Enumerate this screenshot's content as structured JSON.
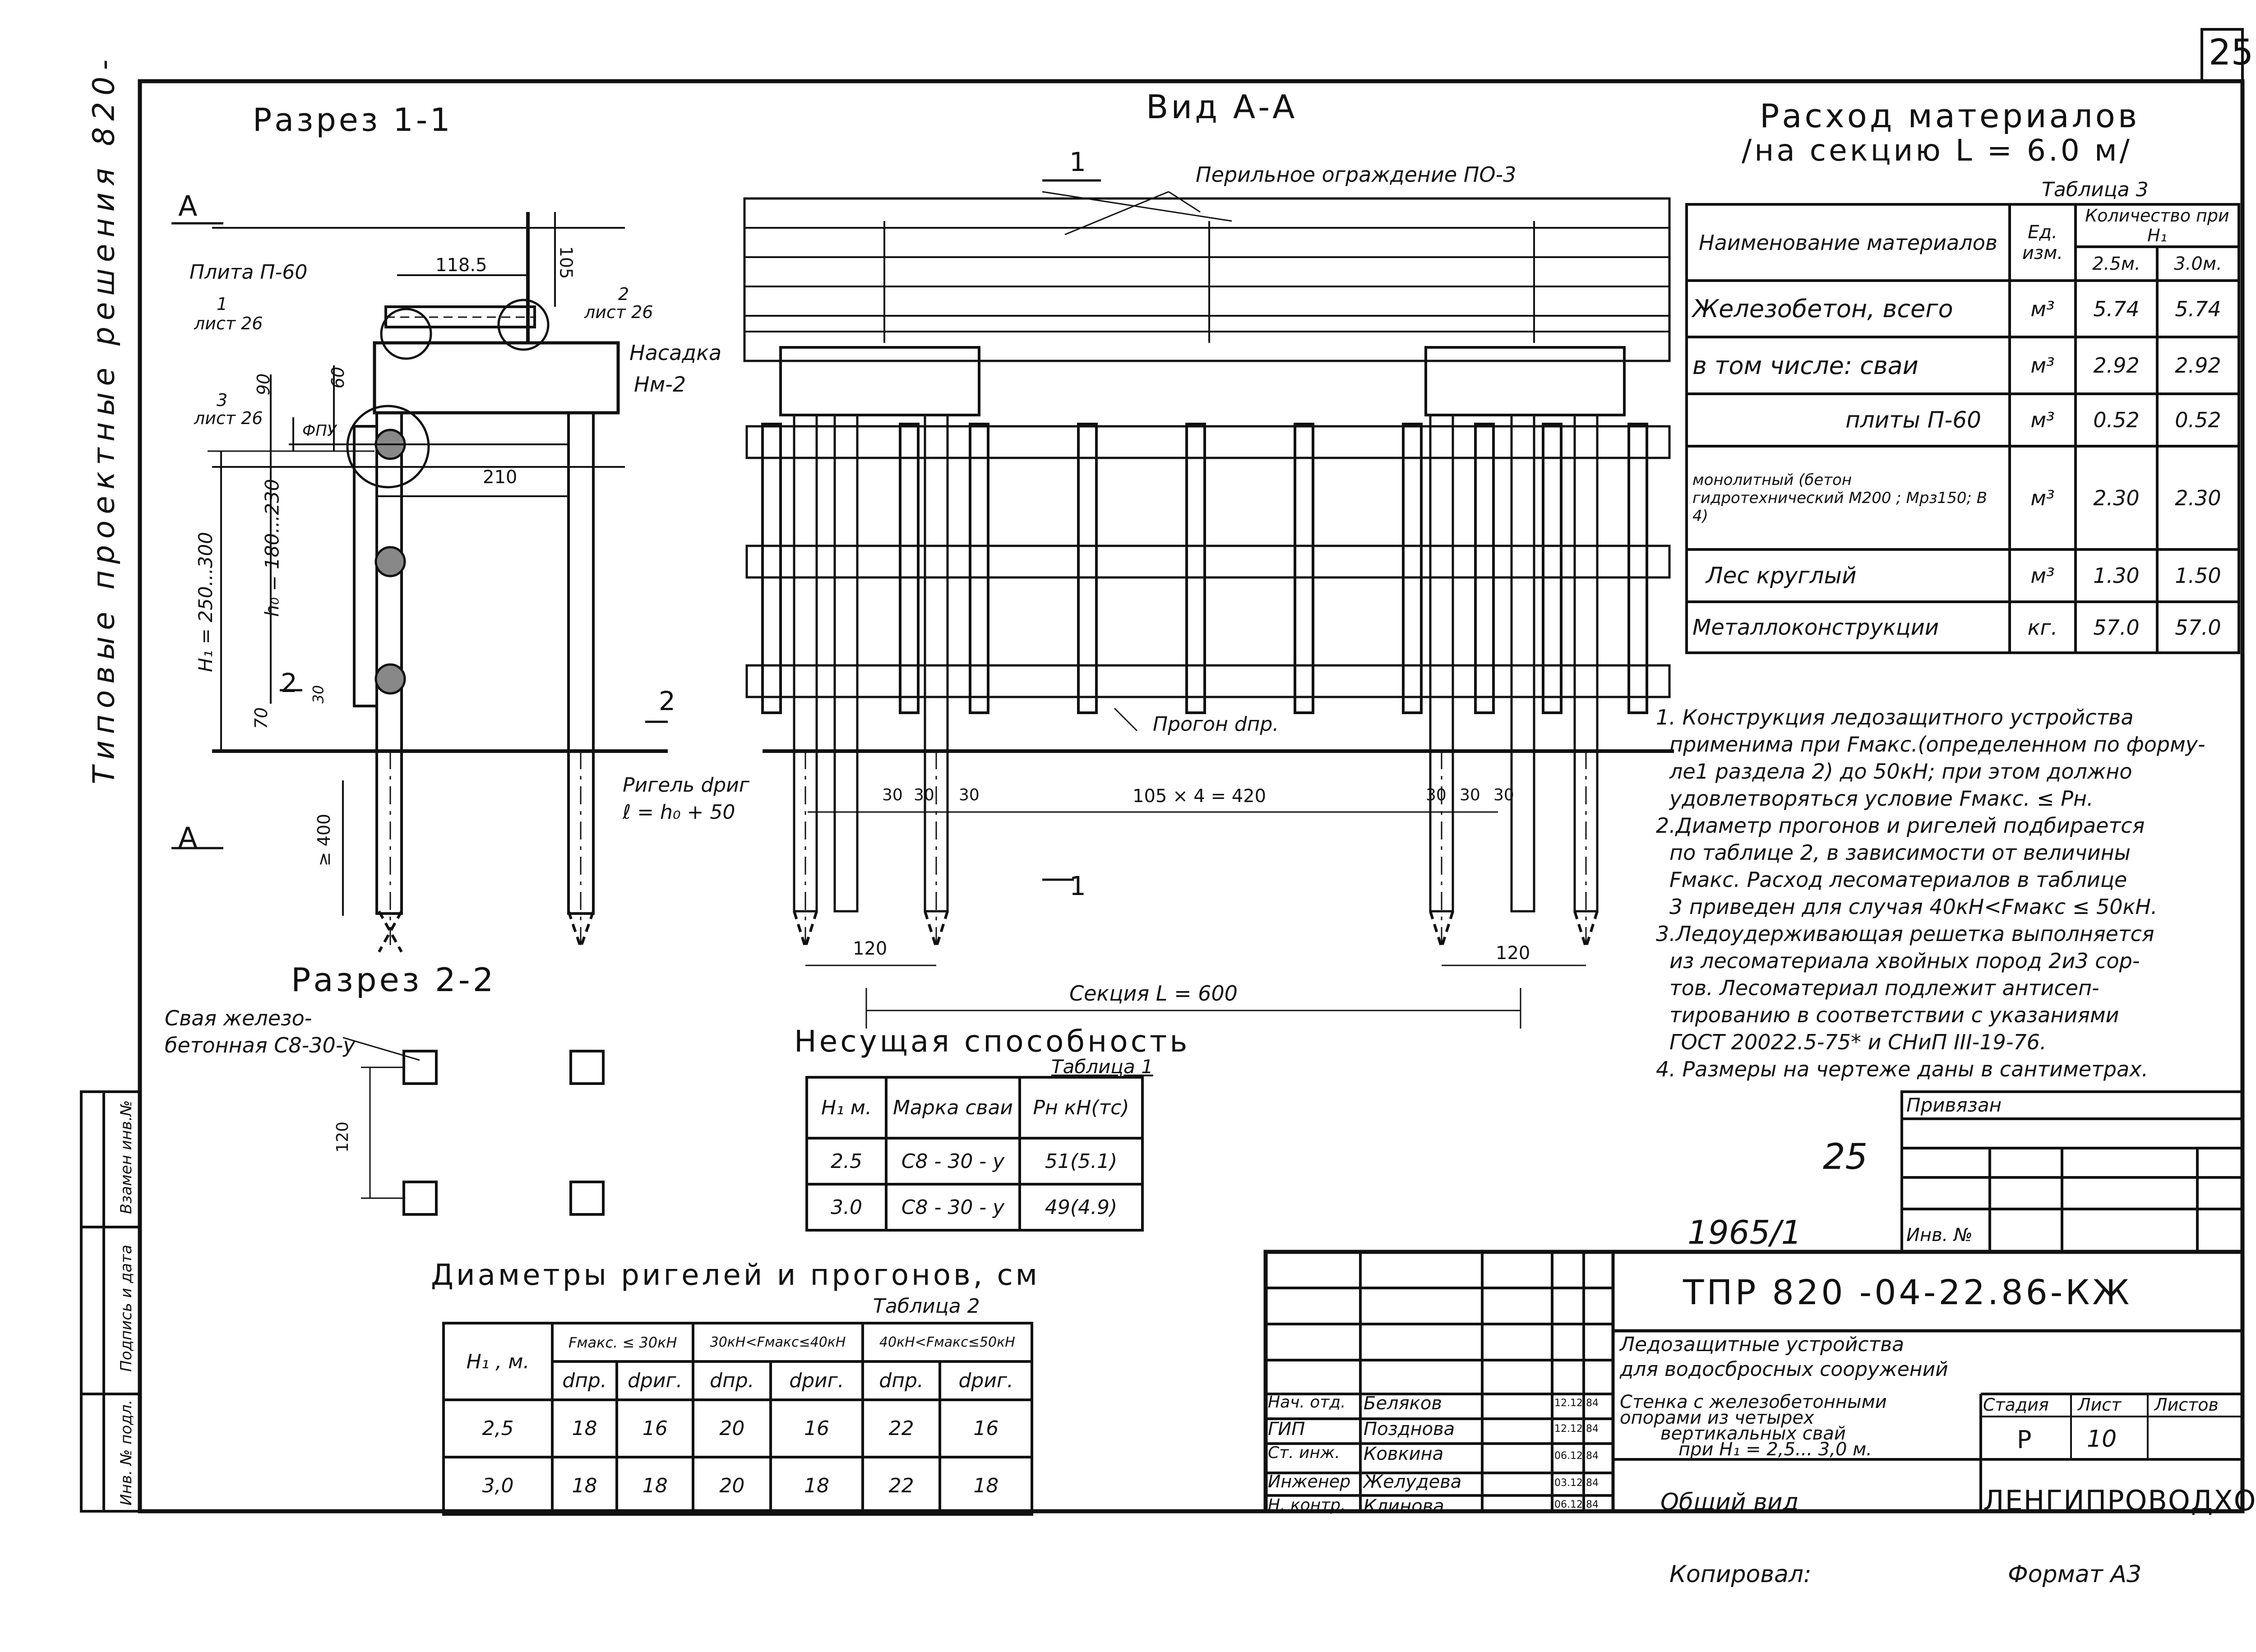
{
  "sheet": {
    "page_number": "25",
    "side_label": "Типовые проектные решения 820-",
    "stamp_number": "25",
    "inventory_code": "1965/1",
    "copied_label": "Копировал:",
    "format_label": "Формат А3"
  },
  "section_1_1": {
    "title": "Разрез 1-1",
    "label_a_top": "А",
    "label_a_bottom": "А",
    "label_plate": "Плита П-60",
    "label_sheet1": "1",
    "label_sheet1b": "лист 26",
    "label_sheet2": "2",
    "label_sheet2b": "лист 26",
    "label_sheet3": "3",
    "label_sheet3b": "лист 26",
    "dim_118": "118.5",
    "dim_105": "105",
    "dim_90": "90",
    "dim_60": "60",
    "label_fpu": "ФПУ",
    "label_nasadka": "Насадка",
    "label_nm2": "Нм-2",
    "dim_210": "210",
    "dim_h0": "h₀ = 180...230",
    "dim_h1": "H₁ = 250...300",
    "dim_70": "70",
    "dim_30": "30",
    "label_2_left": "2",
    "label_2_right": "2",
    "label_rigel": "Ригель dриг",
    "label_rigel_len": "ℓ = h₀ + 50",
    "dim_400": "≥ 400"
  },
  "view_a_a": {
    "title": "Вид А-А",
    "label_railing": "Перильное ограждение ПО-3",
    "label_1_top": "1",
    "label_1_bottom": "1",
    "label_progon": "Прогон dпр.",
    "dim_30_1": "30",
    "dim_30_2": "30",
    "dim_30_3": "30",
    "dim_span": "105 × 4 = 420",
    "dim_30_4": "30",
    "dim_30_5": "30",
    "dim_30_6": "30",
    "dim_120_left": "120",
    "dim_120_right": "120",
    "dim_section": "Секция   L = 600"
  },
  "section_2_2": {
    "title": "Разрез 2-2",
    "label_pile_1": "Свая железо-",
    "label_pile_2": "бетонная С8-30-у",
    "dim_120": "120"
  },
  "table1": {
    "title": "Несущая способность",
    "subtitle": "Таблица 1",
    "headers": [
      "H₁ м.",
      "Марка сваи",
      "Pн кН(тс)"
    ],
    "rows": [
      [
        "2.5",
        "С8 - 30 - у",
        "51(5.1)"
      ],
      [
        "3.0",
        "С8 - 30 - у",
        "49(4.9)"
      ]
    ]
  },
  "table2": {
    "title": "Диаметры ригелей и прогонов, см",
    "subtitle": "Таблица 2",
    "col_h": "H₁ , м.",
    "groups": [
      "Fмакс. ≤ 30кН",
      "30кН<Fмакс≤40кН",
      "40кН<Fмакс≤50кН"
    ],
    "subheaders": [
      "dпр.",
      "dриг.",
      "dпр.",
      "dриг.",
      "dпр.",
      "dриг."
    ],
    "rows": [
      [
        "2,5",
        "18",
        "16",
        "20",
        "16",
        "22",
        "16"
      ],
      [
        "3,0",
        "18",
        "18",
        "20",
        "18",
        "22",
        "18"
      ]
    ]
  },
  "table3": {
    "title_1": "Расход материалов",
    "title_2": "/на секцию L = 6.0 м/",
    "subtitle": "Таблица 3",
    "h_name": "Наименование материалов",
    "h_unit": "Ед. изм.",
    "h_qty": "Количество при H₁",
    "h_q1": "2.5м.",
    "h_q2": "3.0м.",
    "rows": [
      [
        "Железобетон, всего",
        "м³",
        "5.74",
        "5.74"
      ],
      [
        "в том числе: сваи",
        "м³",
        "2.92",
        "2.92"
      ],
      [
        "плиты П-60",
        "м³",
        "0.52",
        "0.52"
      ],
      [
        "монолитный (бетон гидротехнический М200 ; Мрз150; В 4)",
        "м³",
        "2.30",
        "2.30"
      ],
      [
        "Лес круглый",
        "м³",
        "1.30",
        "1.50"
      ],
      [
        "Металлоконструкции",
        "кг.",
        "57.0",
        "57.0"
      ]
    ]
  },
  "notes": [
    "1. Конструкция ледозащитного устройства",
    "применима при Fмакс.(определенном по форму-",
    "ле1 раздела 2) до 50кН; при этом должно",
    "удовлетворяться условие Fмакс. ≤ Pн.",
    "2.Диаметр прогонов и ригелей подбирается",
    "по таблице 2, в зависимости от величины",
    "Fмакс. Расход лесоматериалов в таблице",
    "3 приведен для случая 40кН<Fмакс ≤ 50кН.",
    "3.Ледоудерживающая решетка выполняется",
    "из лесоматериала хвойных пород 2и3 сор-",
    "тов. Лесоматериал подлежит антисеп-",
    "тированию в соответствии с указаниями",
    "ГОСТ 20022.5-75* и СНиП III-19-76.",
    "4. Размеры на чертеже даны в сантиметрах."
  ],
  "binding": {
    "label": "Привязан",
    "inv_label": "Инв. №"
  },
  "left_strip": [
    "Взамен инв.№",
    "Подпись и дата",
    "Инв. № подл."
  ],
  "title_block": {
    "code": "ТПР 820 -04-22.86-КЖ",
    "desc_1": "Ледозащитные устройства",
    "desc_2": "для водосбросных сооружений",
    "desc_3": "Стенка с железобетонными",
    "desc_4": "опорами из четырех",
    "desc_5": "вертикальных свай",
    "desc_6": "при H₁ = 2,5... 3,0 м.",
    "stage_h": "Стадия",
    "sheet_h": "Лист",
    "sheets_h": "Листов",
    "stage": "Р",
    "sheet": "10",
    "sheets": "",
    "view": "Общий вид",
    "org": "ЛЕНГИПРОВОДХОЗ",
    "people": [
      [
        "Нач. отд.",
        "Беляков",
        "12.12.84"
      ],
      [
        "ГИП",
        "Позднова",
        "12.12.84"
      ],
      [
        "Ст. инж.",
        "Ковкина",
        "06.12.84"
      ],
      [
        "Инженер",
        "Желудева",
        "03.12.84"
      ],
      [
        "Н. контр.",
        "Клинова",
        "06.12.84"
      ]
    ]
  }
}
